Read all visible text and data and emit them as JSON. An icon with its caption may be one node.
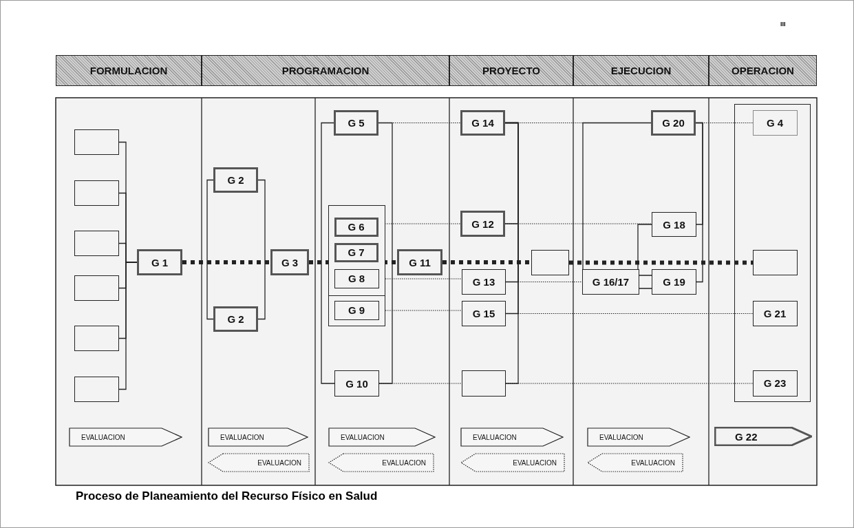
{
  "diagram": {
    "caption": "Proceso de Planeamiento del Recurso Físico en Salud",
    "nodes": [
      {
        "text": [
          "FORMULACION"
        ]
      },
      {
        "text": [
          "PROGRAMACION"
        ]
      },
      {
        "text": [
          "PROYECTO"
        ]
      },
      {
        "text": [
          "EJECUCION"
        ]
      },
      {
        "text": [
          "OPERACION"
        ]
      },
      {
        "text": [],
        "shape": "box"
      },
      {
        "text": [],
        "shape": "box"
      },
      {
        "text": [],
        "shape": "box"
      },
      {
        "text": [],
        "shape": "box"
      },
      {
        "text": [],
        "shape": "box"
      },
      {
        "text": [],
        "shape": "box"
      },
      {
        "text": [
          "G 1"
        ]
      },
      {
        "text": [
          "G 2"
        ]
      },
      {
        "text": [
          "G 2"
        ]
      },
      {
        "text": [
          "G 3"
        ]
      },
      {
        "text": [
          "G 5"
        ]
      },
      {
        "text": [],
        "shape": "box"
      },
      {
        "text": [
          "G 6"
        ],
        "in": 16
      },
      {
        "text": [
          "G 7"
        ],
        "in": 16
      },
      {
        "text": [
          "G 8"
        ],
        "in": 16
      },
      {
        "text": [
          "G 9"
        ],
        "in": 16
      },
      {
        "text": [
          "G 10"
        ]
      },
      {
        "text": [
          "G 11"
        ]
      },
      {
        "text": [
          "G 14"
        ]
      },
      {
        "text": [
          "G 12"
        ]
      },
      {
        "text": [
          "G 13"
        ]
      },
      {
        "text": [
          "G 15"
        ]
      },
      {
        "text": [],
        "shape": "box"
      },
      {
        "text": [],
        "shape": "box"
      },
      {
        "text": [
          "G 20"
        ]
      },
      {
        "text": [
          "G 18"
        ]
      },
      {
        "text": [
          "G 16/17"
        ]
      },
      {
        "text": [
          "G 19"
        ]
      },
      {
        "text": [],
        "shape": "box"
      },
      {
        "text": [
          "G 4"
        ],
        "in": 33
      },
      {
        "text": [],
        "shape": "box",
        "in": 33
      },
      {
        "text": [
          "G 21"
        ],
        "in": 33
      },
      {
        "text": [
          "G 23"
        ],
        "in": 33
      },
      {
        "text": [
          "EVALUACION"
        ]
      },
      {
        "text": [
          "EVALUACION"
        ]
      },
      {
        "text": [
          "EVALUACION"
        ]
      },
      {
        "text": [
          "EVALUACION"
        ]
      },
      {
        "text": [
          "EVALUACION"
        ]
      },
      {
        "text": [
          "EVALUACION"
        ]
      },
      {
        "text": [
          "EVALUACION"
        ]
      },
      {
        "text": [
          "EVALUACION"
        ]
      },
      {
        "text": [
          "EVALUACION"
        ]
      },
      {
        "text": [
          "G 22"
        ]
      }
    ],
    "edges": [
      {
        "from": 5,
        "to": 11,
        "arrow": "none"
      },
      {
        "from": 6,
        "to": 11,
        "arrow": "none"
      },
      {
        "from": 7,
        "to": 11,
        "arrow": "none"
      },
      {
        "from": 8,
        "to": 11,
        "arrow": "none"
      },
      {
        "from": 9,
        "to": 11,
        "arrow": "none"
      },
      {
        "from": 10,
        "to": 11,
        "arrow": "none"
      },
      {
        "from": 11,
        "to": 14,
        "arrow": "none",
        "style": "dashed"
      },
      {
        "from": 12,
        "to": 13,
        "arrow": "none"
      },
      {
        "from": 12,
        "to": 13,
        "arrow": "none"
      },
      {
        "from": 14,
        "to": 22,
        "arrow": "none",
        "style": "dashed"
      },
      {
        "from": 15,
        "to": 21,
        "arrow": "none"
      },
      {
        "from": 15,
        "to": 21,
        "arrow": "none"
      },
      {
        "from": 15,
        "to": 23,
        "arrow": "none",
        "style": "dashed"
      },
      {
        "from": 17,
        "to": 24,
        "arrow": "none",
        "style": "dashed"
      },
      {
        "from": 19,
        "to": 25,
        "arrow": "none",
        "style": "dashed"
      },
      {
        "from": 20,
        "to": 26,
        "arrow": "none",
        "style": "dashed"
      },
      {
        "from": 21,
        "to": 27,
        "arrow": "none",
        "style": "dashed"
      },
      {
        "from": 22,
        "to": 28,
        "arrow": "none",
        "style": "dashed"
      },
      {
        "from": 28,
        "to": 35,
        "arrow": "none",
        "style": "dashed"
      },
      {
        "from": 23,
        "to": 24,
        "arrow": "none"
      },
      {
        "from": 23,
        "to": 25,
        "arrow": "none"
      },
      {
        "from": 23,
        "to": 26,
        "arrow": "none"
      },
      {
        "from": 23,
        "to": 27,
        "arrow": "none"
      },
      {
        "from": 23,
        "to": 29,
        "arrow": "none",
        "style": "dashed"
      },
      {
        "from": 24,
        "to": 30,
        "arrow": "none",
        "style": "dashed"
      },
      {
        "from": 25,
        "to": 31,
        "arrow": "none",
        "style": "dashed"
      },
      {
        "from": 29,
        "to": 31,
        "arrow": "none"
      },
      {
        "from": 30,
        "to": 31,
        "arrow": "none"
      },
      {
        "from": 31,
        "to": 32,
        "arrow": "none"
      },
      {
        "from": 29,
        "to": 30,
        "arrow": "none"
      },
      {
        "from": 29,
        "to": 32,
        "arrow": "none"
      },
      {
        "from": 29,
        "to": 34,
        "arrow": "none",
        "style": "dashed"
      },
      {
        "from": 26,
        "to": 36,
        "arrow": "none",
        "style": "dashed"
      },
      {
        "from": 27,
        "to": 37,
        "arrow": "none",
        "style": "dashed"
      }
    ],
    "labels": [
      "III"
    ]
  }
}
